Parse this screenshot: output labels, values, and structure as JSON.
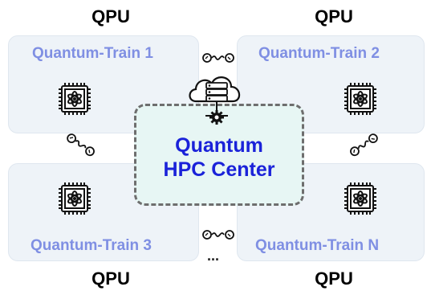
{
  "qpu_labels": [
    "QPU",
    "QPU",
    "QPU",
    "QPU"
  ],
  "panels": [
    {
      "title": "Quantum-Train 1"
    },
    {
      "title": "Quantum-Train 2"
    },
    {
      "title": "Quantum-Train 3"
    },
    {
      "title": "Quantum-Train N"
    }
  ],
  "hpc": {
    "line1": "Quantum",
    "line2": "HPC Center"
  },
  "ellipsis": "...",
  "colors": {
    "panel_title": "#7f8fe3",
    "hpc_text": "#1a22d9",
    "hpc_fill": "#e7f6f4",
    "panel_fill": "#eef3f8"
  },
  "icons": [
    "chip-atom-icon",
    "cloud-server-icon",
    "gear-icon",
    "link-connector-icon"
  ]
}
